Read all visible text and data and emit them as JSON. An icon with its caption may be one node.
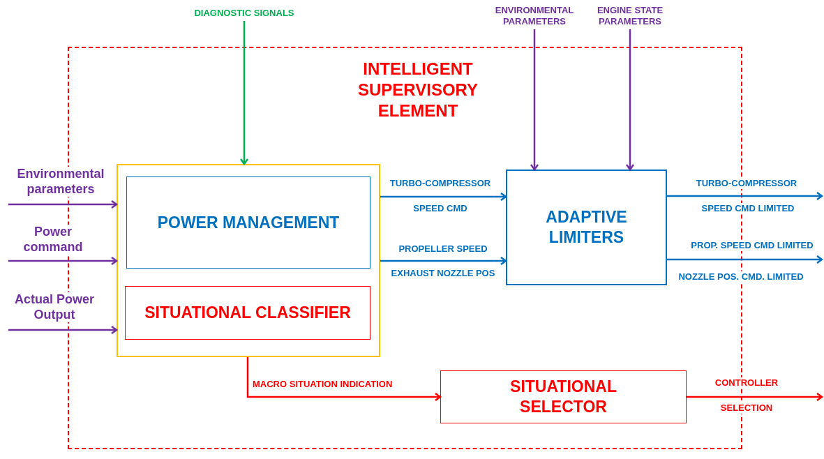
{
  "diagram": {
    "nodes": [
      {
        "text": [
          "INTELLIGENT SUPERVISORY ELEMENT"
        ]
      },
      {
        "text": [],
        "shape": "box",
        "in": 0
      },
      {
        "text": [
          "POWER MANAGEMENT"
        ],
        "in": 1
      },
      {
        "text": [
          "SITUATIONAL CLASSIFIER"
        ],
        "in": 1
      },
      {
        "text": [
          "ADAPTIVE LIMITERS"
        ],
        "in": 0
      },
      {
        "text": [
          "SITUATIONAL SELECTOR"
        ],
        "in": 0
      },
      {
        "text": [
          "DIAGNOSTIC SIGNALS"
        ]
      },
      {
        "text": [
          "ENVIRONMENTAL PARAMETERS"
        ]
      },
      {
        "text": [
          "ENGINE STATE PARAMETERS"
        ]
      }
    ],
    "edges": [
      {
        "from": null,
        "to": 1,
        "arrow": "to",
        "label": "Environmental parameters"
      },
      {
        "from": null,
        "to": 1,
        "arrow": "to",
        "label": "Power command"
      },
      {
        "from": null,
        "to": 1,
        "arrow": "to",
        "label": "Actual Power Output"
      },
      {
        "from": 6,
        "to": 1,
        "arrow": "to",
        "color": "#00b050"
      },
      {
        "from": 7,
        "to": 4,
        "arrow": "to"
      },
      {
        "from": 8,
        "to": 4,
        "arrow": "to"
      },
      {
        "from": 1,
        "to": 4,
        "arrow": "to",
        "label": "TURBO-COMPRESSOR",
        "color": "#0070c0"
      },
      {
        "from": 1,
        "to": 4,
        "arrow": "to",
        "label": "PROPELLER SPEED",
        "color": "#0070c0"
      },
      {
        "from": 4,
        "to": null,
        "arrow": "to",
        "label": "TURBO-COMPRESSOR",
        "color": "#0070c0"
      },
      {
        "from": 4,
        "to": null,
        "arrow": "to",
        "label": "PROP. SPEED CMD LIMITED",
        "color": "#0070c0"
      },
      {
        "from": 1,
        "to": 5,
        "arrow": "to",
        "label": "MACRO SITUATION INDICATION",
        "color": "#ff0000"
      },
      {
        "from": 5,
        "to": null,
        "arrow": "to",
        "label": "CONTROLLER",
        "color": "#ff0000"
      }
    ],
    "labels": [
      "SPEED CMD",
      "EXHAUST NOZZLE POS",
      "SPEED CMD LIMITED",
      "NOZZLE POS. CMD. LIMITED",
      "SELECTION"
    ]
  }
}
